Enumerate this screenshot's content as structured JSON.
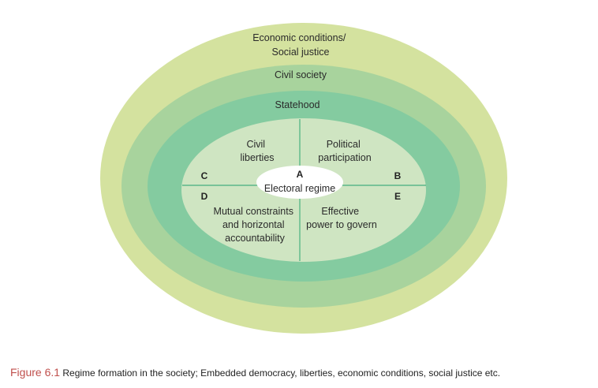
{
  "diagram": {
    "rings": {
      "economic": [
        "Economic conditions/",
        "Social justice"
      ],
      "civil_society": "Civil society",
      "statehood": "Statehood"
    },
    "quadrants": {
      "top_left": [
        "Civil",
        "liberties"
      ],
      "top_right": [
        "Political",
        "participation"
      ],
      "bottom_left": [
        "Mutual constraints",
        "and horizontal",
        "accountability"
      ],
      "bottom_right": [
        "Effective",
        "power to govern"
      ]
    },
    "center": {
      "letter": "A",
      "label": "Electoral regime"
    },
    "letters": {
      "b": "B",
      "c": "C",
      "d": "D",
      "e": "E"
    },
    "colors": {
      "ring_economic": "#d4e29f",
      "ring_civil_society": "#a8d39d",
      "ring_statehood": "#84cba0",
      "core": "#cfe5c2",
      "center": "#ffffff",
      "lines": "#5cb88a"
    }
  },
  "caption": {
    "figure_label": "Figure 6.1",
    "text": " Regime formation in the society; Embedded democracy, liberties, economic conditions, social justice etc."
  }
}
